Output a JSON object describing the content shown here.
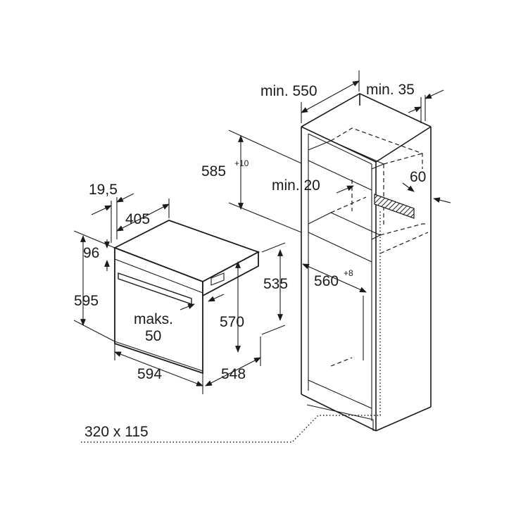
{
  "oven": {
    "dim_19_5": "19,5",
    "dim_405": "405",
    "dim_96": "96",
    "dim_595": "595",
    "dim_maks": "maks.",
    "dim_50": "50",
    "dim_570": "570",
    "dim_535": "535",
    "dim_594": "594",
    "dim_548": "548"
  },
  "cabinet": {
    "min_550": "min. 550",
    "min_35": "min. 35",
    "dim_585": "585",
    "dim_585_tol": "+10",
    "min_20": "min. 20",
    "dim_60": "60",
    "dim_560": "560",
    "dim_560_tol": "+8"
  },
  "vent": {
    "dim_320x115": "320 x 115"
  }
}
